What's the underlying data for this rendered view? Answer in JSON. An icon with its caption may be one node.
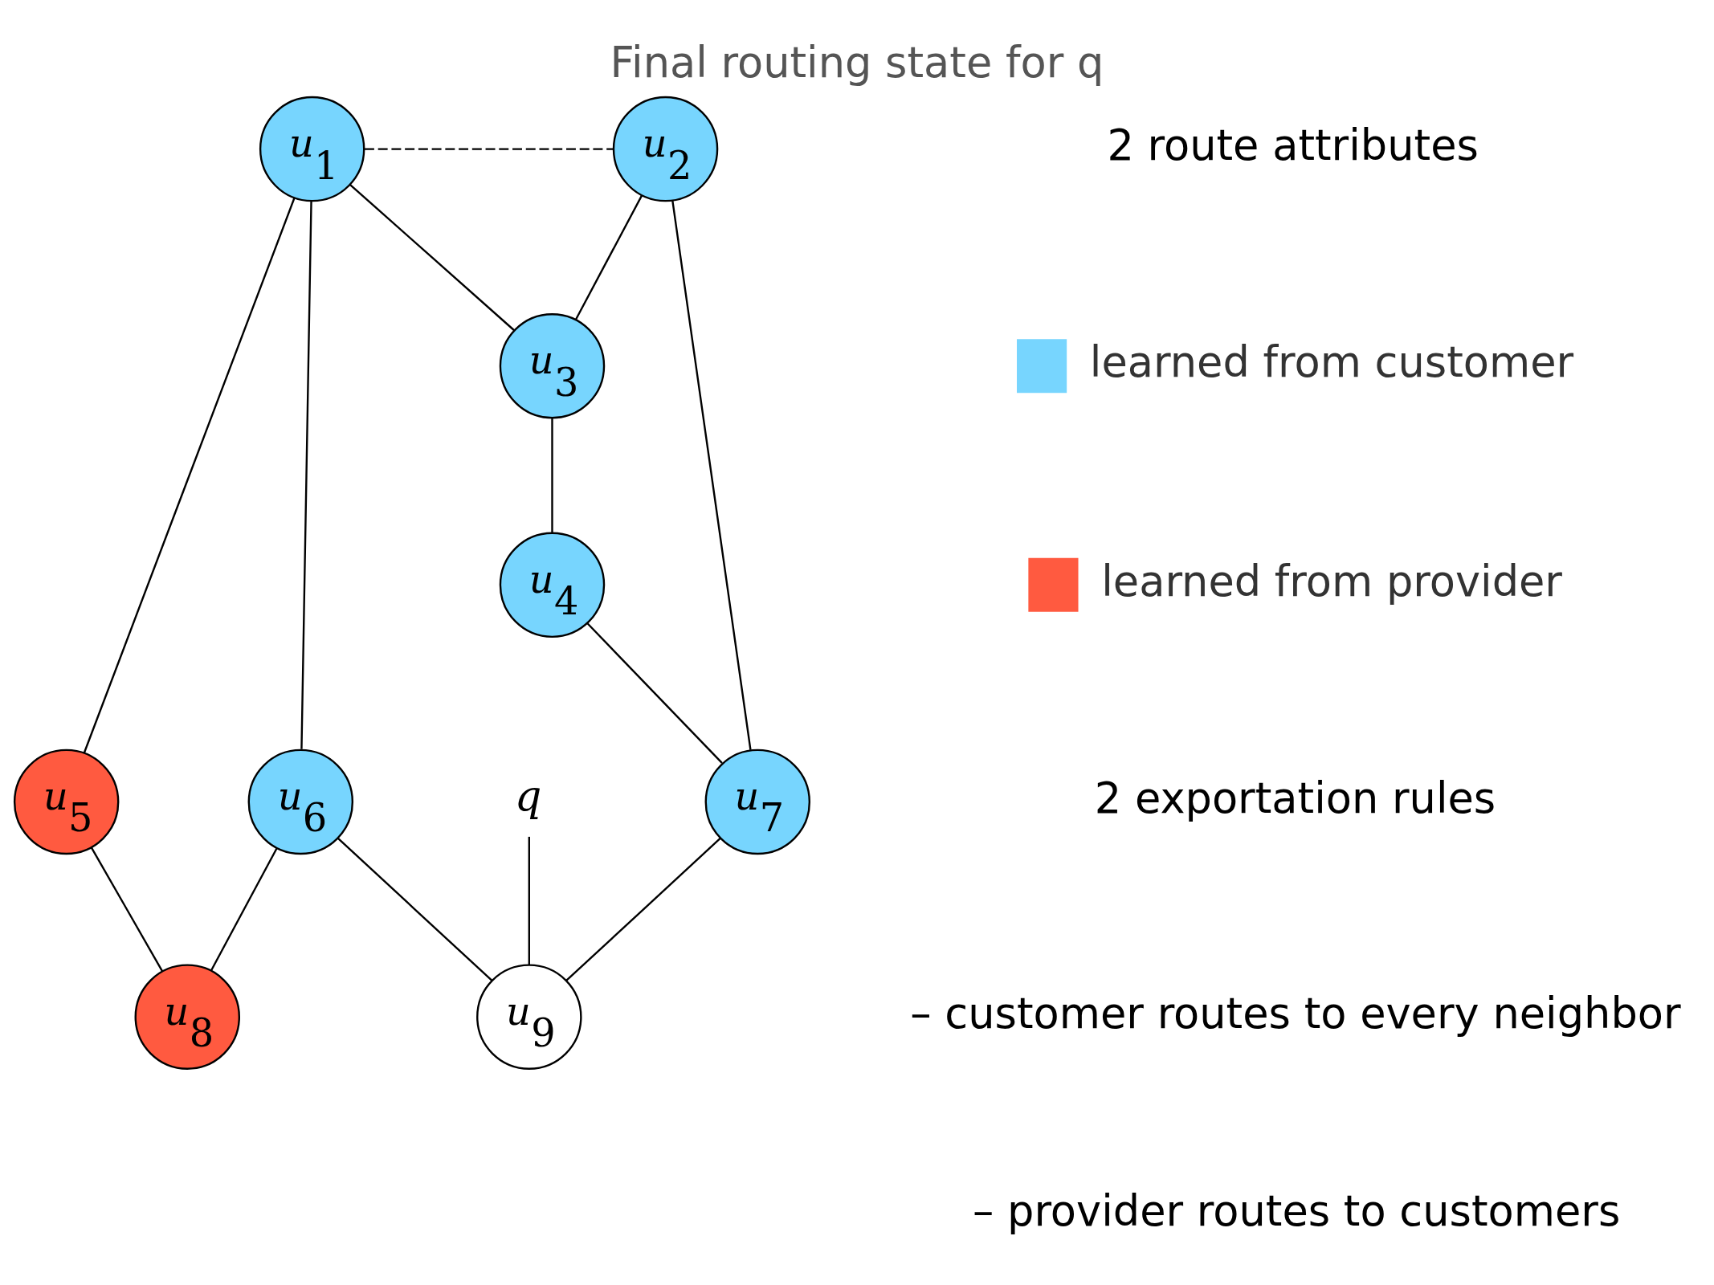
{
  "diagram": {
    "title": "Final routing state for q",
    "nodes": [
      {
        "text": [
          "u$_{1}$"
        ]
      },
      {
        "text": [
          "u$_{2}$"
        ]
      },
      {
        "text": [
          "u$_{3}$"
        ]
      },
      {
        "text": [
          "u$_{4}$"
        ]
      },
      {
        "text": [
          "u$_{5}$"
        ]
      },
      {
        "text": [
          "u$_{6}$"
        ]
      },
      {
        "text": [
          "u$_{7}$"
        ]
      },
      {
        "text": [
          "u$_{8}$"
        ]
      },
      {
        "text": [
          "u$_{9}$"
        ]
      },
      {
        "text": [
          "q"
        ]
      }
    ],
    "edges": [
      {
        "from": 0,
        "to": 1,
        "arrow": "none",
        "style": "dashed"
      },
      {
        "from": 0,
        "to": 2,
        "arrow": "none"
      },
      {
        "from": 1,
        "to": 2,
        "arrow": "none"
      },
      {
        "from": 1,
        "to": 6,
        "arrow": "none"
      },
      {
        "from": 2,
        "to": 3,
        "arrow": "none"
      },
      {
        "from": 3,
        "to": 6,
        "arrow": "none"
      },
      {
        "from": 0,
        "to": 4,
        "arrow": "none"
      },
      {
        "from": 0,
        "to": 5,
        "arrow": "none"
      },
      {
        "from": 4,
        "to": 7,
        "arrow": "none"
      },
      {
        "from": 5,
        "to": 7,
        "arrow": "none"
      },
      {
        "from": 5,
        "to": 8,
        "arrow": "none"
      },
      {
        "from": 6,
        "to": 8,
        "arrow": "none"
      },
      {
        "from": 9,
        "to": 8,
        "arrow": "none"
      }
    ],
    "labels": [
      "2 route attributes",
      "2 exportation rules",
      "– customer routes to every neighbor",
      "– provider routes to customers"
    ],
    "legend": [
      {
        "text": "learned from customer",
        "color": "#77d5fe"
      },
      {
        "text": "learned from provider",
        "color": "#ff5a40"
      }
    ]
  }
}
